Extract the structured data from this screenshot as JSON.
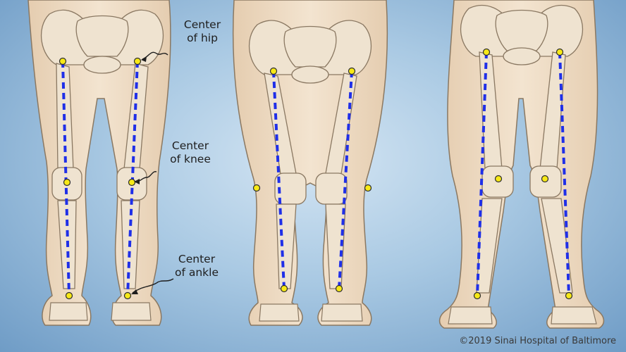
{
  "labels": {
    "hip": [
      "Center",
      "of hip"
    ],
    "knee": [
      "Center",
      "of knee"
    ],
    "ankle": [
      "Center",
      "of ankle"
    ]
  },
  "copyright": "©2019 Sinai Hospital of Baltimore",
  "colors": {
    "skin": "#efdcc4",
    "bone": "#efe3d0",
    "outline": "#8a7862",
    "axis_line": "#1f2fe8",
    "joint_marker": "#f7e917"
  }
}
